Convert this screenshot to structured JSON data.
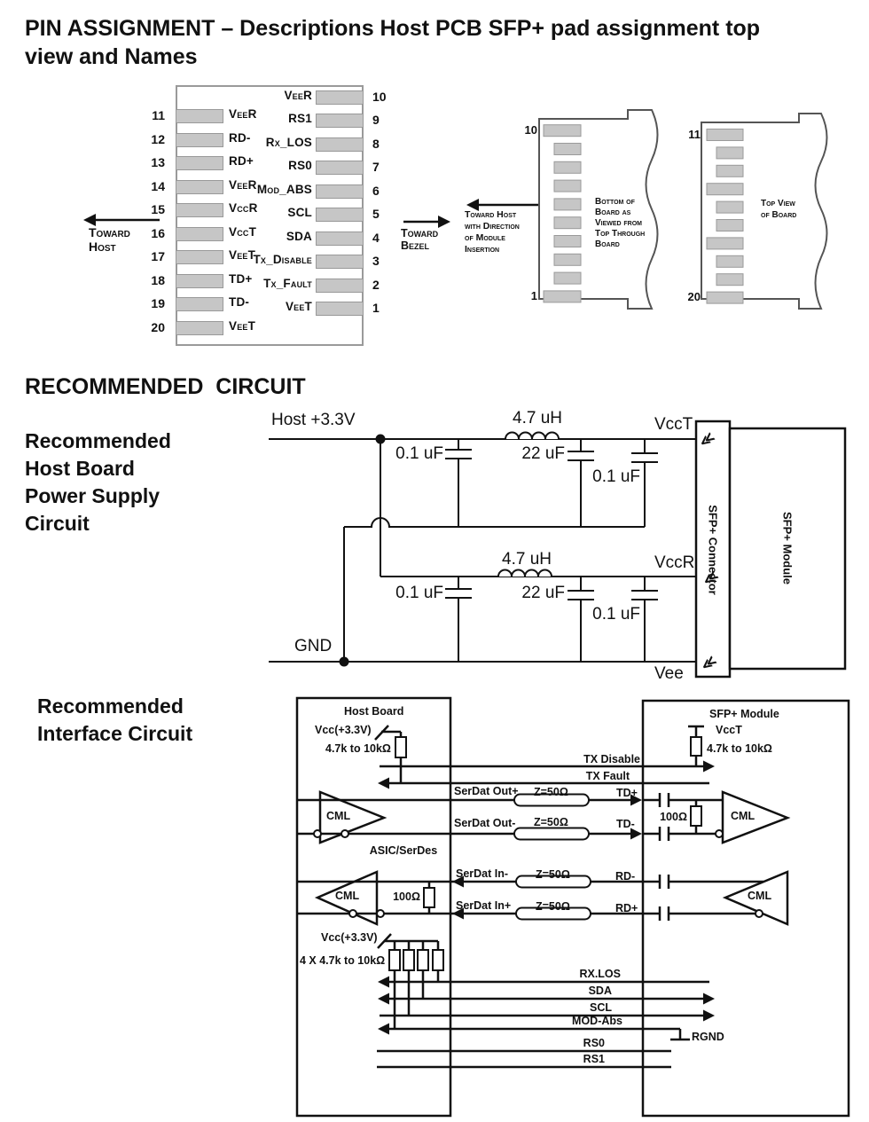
{
  "page": {
    "title_line1": "PIN ASSIGNMENT – Descriptions Host PCB SFP+ pad assignment top",
    "title_line2": "view and Names",
    "section2_title": "RECOMMENDED  CIRCUIT"
  },
  "pin_diagram": {
    "toward_host_line1": "Toward",
    "toward_host_line2": "Host",
    "toward_bezel_line1": "Toward",
    "toward_bezel_line2": "Bezel",
    "left_pins": [
      {
        "num": "11",
        "name": "VeeR"
      },
      {
        "num": "12",
        "name": "RD-"
      },
      {
        "num": "13",
        "name": "RD+"
      },
      {
        "num": "14",
        "name": "VeeR"
      },
      {
        "num": "15",
        "name": "VccR"
      },
      {
        "num": "16",
        "name": "VccT"
      },
      {
        "num": "17",
        "name": "VeeT"
      },
      {
        "num": "18",
        "name": "TD+"
      },
      {
        "num": "19",
        "name": "TD-"
      },
      {
        "num": "20",
        "name": "VeeT"
      }
    ],
    "right_pins": [
      {
        "num": "10",
        "name": "VeeR"
      },
      {
        "num": "9",
        "name": "RS1"
      },
      {
        "num": "8",
        "name": "Rx_LOS"
      },
      {
        "num": "7",
        "name": "RS0"
      },
      {
        "num": "6",
        "name": "Mod_ABS"
      },
      {
        "num": "5",
        "name": "SCL"
      },
      {
        "num": "4",
        "name": "SDA"
      },
      {
        "num": "3",
        "name": "Tx_Disable"
      },
      {
        "num": "2",
        "name": "Tx_Fault"
      },
      {
        "num": "1",
        "name": "VeeT"
      }
    ],
    "board_view": {
      "pin_top_left": "10",
      "pin_bottom_left": "1",
      "pin_top_right": "11",
      "pin_bottom_right": "20",
      "insertion_note_lines": [
        "Toward Host",
        "with Direction",
        "of Module",
        "Insertion"
      ],
      "bottom_view_lines": [
        "Bottom of",
        "Board as",
        "Viewed from",
        "Top Through",
        "Board"
      ],
      "top_view_lines": [
        "Top View",
        "of Board"
      ]
    }
  },
  "power_circuit": {
    "side_label_lines": [
      "Recommended",
      "Host Board",
      "Power Supply",
      "Circuit"
    ],
    "host_rail": "Host +3.3V",
    "gnd": "GND",
    "vcct": "VccT",
    "vccr": "VccR",
    "vee": "Vee",
    "connector": "SFP+ Connector",
    "module": "SFP+ Module",
    "cap_01": "0.1 uF",
    "cap_22": "22 uF",
    "ind_47": "4.7 uH"
  },
  "interface_circuit": {
    "side_label_line1": "Recommended",
    "side_label_line2": "Interface Circuit",
    "host_board": "Host Board",
    "sfp_module": "SFP+ Module",
    "vcc": "Vcc(+3.3V)",
    "pullup": "4.7k to 10kΩ",
    "vcct": "VccT",
    "tx_disable": "TX Disable",
    "tx_fault": "TX Fault",
    "serdat_out_p": "SerDat Out+",
    "serdat_out_m": "SerDat Out-",
    "serdat_in_p": "SerDat In+",
    "serdat_in_m": "SerDat In-",
    "z50": "Z=50Ω",
    "td_p": "TD+",
    "td_m": "TD-",
    "rd_p": "RD+",
    "rd_m": "RD-",
    "r100": "100Ω",
    "cml": "CML",
    "asic": "ASIC/SerDes",
    "quad_pullup": "4 X 4.7k to 10kΩ",
    "rx_los": "RX.LOS",
    "sda": "SDA",
    "scl": "SCL",
    "mod_abs": "MOD-Abs",
    "rgnd": "RGND",
    "rs0": "RS0",
    "rs1": "RS1"
  },
  "colors": {
    "pad_fill": "#c6c6c6",
    "pad_border": "#999999",
    "ink": "#111111"
  }
}
